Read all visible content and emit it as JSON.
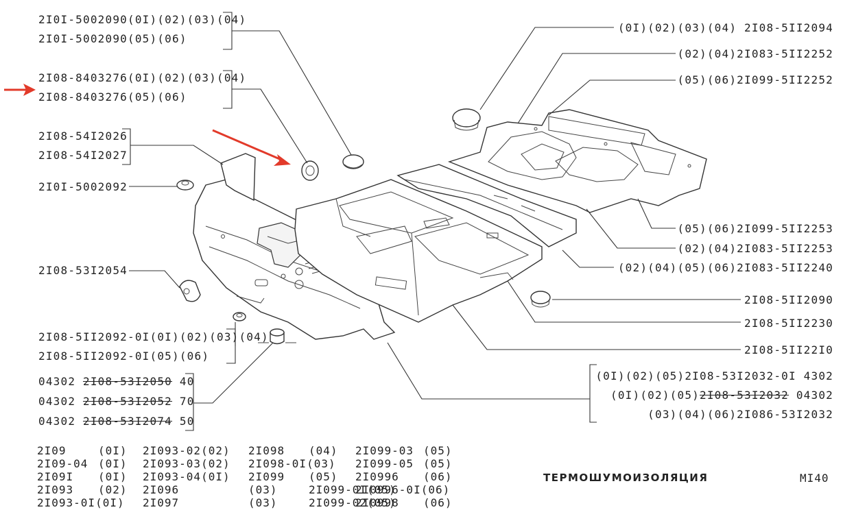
{
  "diagram": {
    "title": "ТЕРМОШУМОИЗОЛЯЦИЯ",
    "page_number": "MI40",
    "labels": {
      "l1": "2I0I-5002090(0I)(02)(03)(04)",
      "l2": "2I0I-5002090(05)(06)",
      "l3": "2I08-8403276(0I)(02)(03)(04)",
      "l4": "2I08-8403276(05)(06)",
      "l5": "2I08-54I2026",
      "l6": "2I08-54I2027",
      "l7": "2I0I-5002092",
      "l8": "2I08-53I2054",
      "l9": "2I08-5II2092-0I(0I)(02)(03)(04)",
      "l10": "2I08-5II2092-0I(05)(06)",
      "l11_code": "04302",
      "l11_part": "2I08-53I2050",
      "l11_qty": "40",
      "l12_code": "04302",
      "l12_part": "2I08-53I2052",
      "l12_qty": "70",
      "l13_code": "04302",
      "l13_part": "2I08-53I2074",
      "l13_qty": "50",
      "r1": "(0I)(02)(03)(04) 2I08-5II2094",
      "r2": "(02)(04)2I083-5II2252",
      "r3": "(05)(06)2I099-5II2252",
      "r4": "(05)(06)2I099-5II2253",
      "r5": "(02)(04)2I083-5II2253",
      "r6": "(02)(04)(05)(06)2I083-5II2240",
      "r7": "2I08-5II2090",
      "r8": "2I08-5II2230",
      "r9": "2I08-5II22I0",
      "r10": "(0I)(02)(05)2I08-53I2032-0I 4302",
      "r11_prefix": "(0I)(02)(05)",
      "r11_part": "2I08-53I2032",
      "r11_code": " 04302",
      "r12": "(03)(04)(06)2I086-53I2032"
    },
    "model_table": [
      [
        "2I09",
        "(0I)",
        "2I093-02(02)",
        "2I098",
        "(04)",
        "2I099-03",
        "(05)"
      ],
      [
        "2I09-04",
        "(0I)",
        "2I093-03(02)",
        "2I098-0I(03)",
        "",
        "2I099-05",
        "(05)"
      ],
      [
        "2I09I",
        "(0I)",
        "2I093-04(0I)",
        "2I099",
        "(05)",
        "2I0996",
        "(06)"
      ],
      [
        "2I093",
        "(02)",
        "2I096",
        "(03)",
        "2I099-0I(05)",
        "2I0996-0I(06)",
        ""
      ],
      [
        "2I093-0I(0I)",
        "",
        "2I097",
        "(03)",
        "2I099-02(05)",
        "2I0998",
        "(06)"
      ]
    ],
    "colors": {
      "annotation_arrow": "#e23a2a",
      "line": "#333333"
    }
  }
}
